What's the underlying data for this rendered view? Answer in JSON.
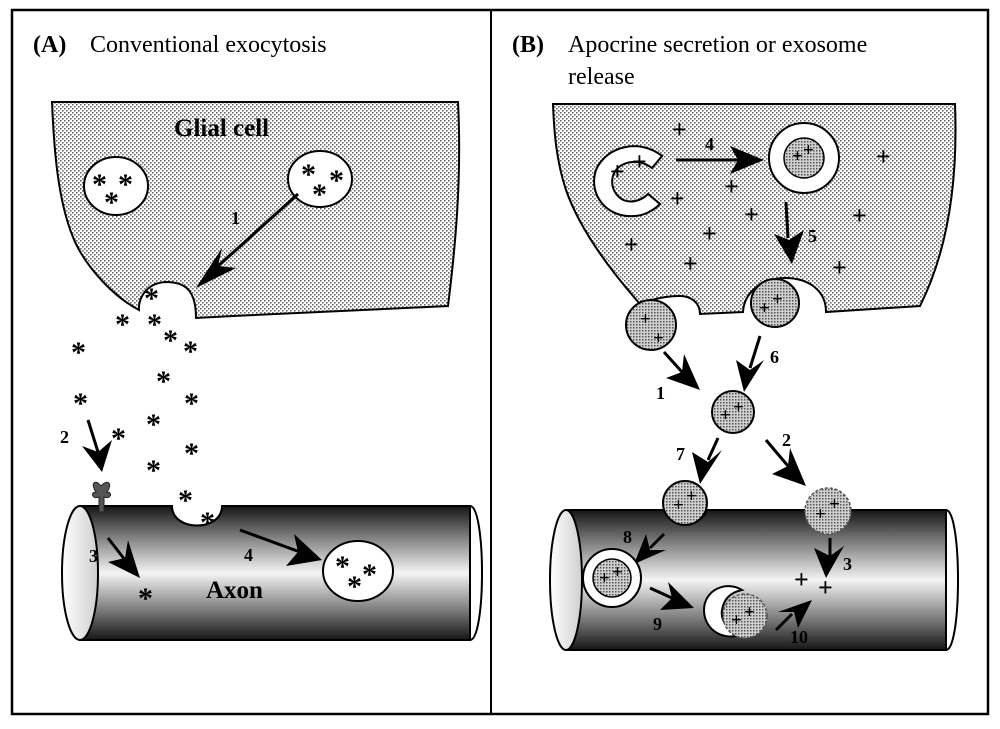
{
  "panel_a": {
    "letter": "(A)",
    "title": "Conventional exocytosis",
    "cell_label": "Glial cell",
    "axon_label": "Axon",
    "steps": [
      "1",
      "2",
      "3",
      "4"
    ]
  },
  "panel_b": {
    "letter": "(B)",
    "title_line1": "Apocrine secretion or exosome",
    "title_line2": "release",
    "steps": [
      "1",
      "2",
      "3",
      "4",
      "5",
      "6",
      "7",
      "8",
      "9",
      "10"
    ]
  },
  "symbols": {
    "star": "*",
    "plus": "+"
  },
  "colors": {
    "ink": "#000000",
    "paper": "#ffffff",
    "stipple": "#9a9a9a"
  }
}
